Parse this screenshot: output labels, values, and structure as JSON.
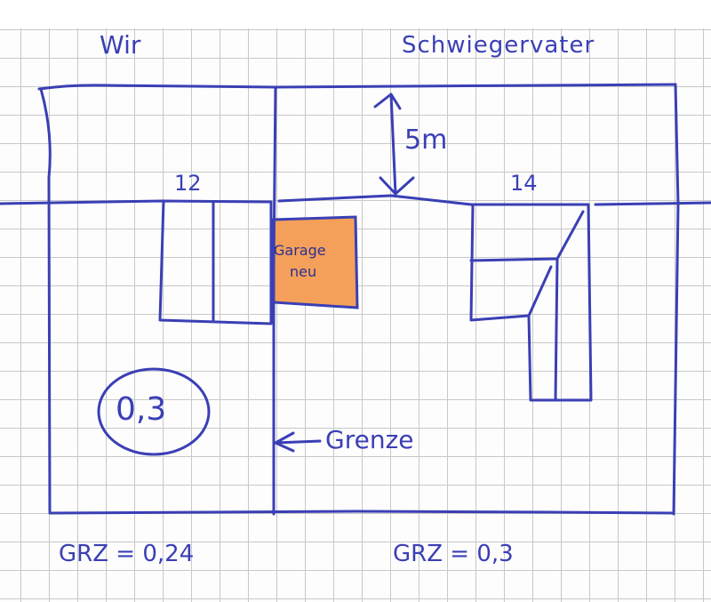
{
  "sketch": {
    "labels": {
      "left_owner": "Wir",
      "right_owner": "Schwiegervater",
      "distance": "5m",
      "house_left_number": "12",
      "house_right_number": "14",
      "garage_line1": "Garage",
      "garage_line2": "neu",
      "circled_value": "0,3",
      "boundary": "Grenze",
      "grz_left": "GRZ = 0,24",
      "grz_right": "GRZ = 0,3"
    },
    "colors": {
      "ink": "#3a3fb5",
      "garage_fill": "#f5a05a",
      "grid": "#c8c8c8"
    },
    "icons": {
      "boundary_arrow": "arrow-left-icon",
      "distance_arrow": "double-arrow-vertical-icon"
    }
  }
}
